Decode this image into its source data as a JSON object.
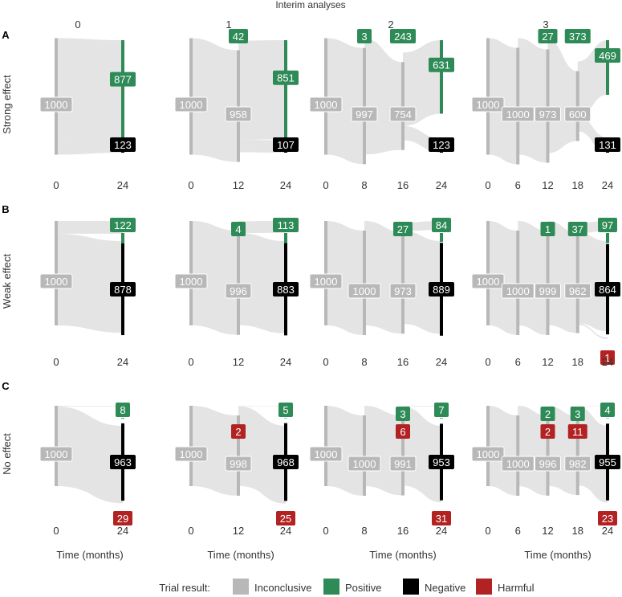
{
  "figure": {
    "top_title": "Interim analyses",
    "row_letters": [
      "A",
      "B",
      "C"
    ],
    "row_titles": [
      "Strong effect",
      "Weak effect",
      "No effect"
    ],
    "col_titles": [
      "0",
      "1",
      "2",
      "3"
    ],
    "xlabel": "Time (months)",
    "legend": {
      "title": "Trial result:",
      "items": [
        {
          "label": "Inconclusive",
          "color": "#b8b8b8"
        },
        {
          "label": "Positive",
          "color": "#2e8b57"
        },
        {
          "label": "Negative",
          "color": "#000000"
        },
        {
          "label": "Harmful",
          "color": "#b22222"
        }
      ]
    },
    "colors": {
      "inconclusive": "#b8b8b8",
      "positive": "#2e8b57",
      "negative": "#000000",
      "harmful": "#b22222",
      "flow": "#e4e4e4"
    }
  },
  "chart_data": {
    "type": "sankey",
    "total": 1000,
    "panels": [
      {
        "row": 0,
        "col": 0,
        "times": [
          0,
          24
        ],
        "inconclusive": [
          1000
        ],
        "positive": [
          null,
          877
        ],
        "negative": 123,
        "harmful": null
      },
      {
        "row": 0,
        "col": 1,
        "times": [
          0,
          12,
          24
        ],
        "inconclusive": [
          1000,
          958
        ],
        "positive": [
          null,
          42,
          851
        ],
        "negative": 107,
        "harmful": null
      },
      {
        "row": 0,
        "col": 2,
        "times": [
          0,
          8,
          16,
          24
        ],
        "inconclusive": [
          1000,
          997,
          754
        ],
        "positive": [
          null,
          3,
          243,
          631
        ],
        "negative": 123,
        "harmful": null
      },
      {
        "row": 0,
        "col": 3,
        "times": [
          0,
          6,
          12,
          18,
          24
        ],
        "inconclusive": [
          1000,
          1000,
          973,
          600
        ],
        "positive": [
          null,
          null,
          27,
          373,
          469
        ],
        "negative": 131,
        "harmful": null
      },
      {
        "row": 1,
        "col": 0,
        "times": [
          0,
          24
        ],
        "inconclusive": [
          1000
        ],
        "positive": [
          null,
          122
        ],
        "negative": 878,
        "harmful": null
      },
      {
        "row": 1,
        "col": 1,
        "times": [
          0,
          12,
          24
        ],
        "inconclusive": [
          1000,
          996
        ],
        "positive": [
          null,
          4,
          113
        ],
        "negative": 883,
        "harmful": null
      },
      {
        "row": 1,
        "col": 2,
        "times": [
          0,
          8,
          16,
          24
        ],
        "inconclusive": [
          1000,
          1000,
          973
        ],
        "positive": [
          null,
          null,
          27,
          84
        ],
        "negative": 889,
        "harmful": null
      },
      {
        "row": 1,
        "col": 3,
        "times": [
          0,
          6,
          12,
          18,
          24
        ],
        "inconclusive": [
          1000,
          1000,
          999,
          962
        ],
        "positive": [
          null,
          null,
          1,
          37,
          97
        ],
        "negative": 864,
        "harmful": 1
      },
      {
        "row": 2,
        "col": 0,
        "times": [
          0,
          24
        ],
        "inconclusive": [
          1000
        ],
        "positive": [
          null,
          8
        ],
        "negative": 963,
        "harmful": 29
      },
      {
        "row": 2,
        "col": 1,
        "times": [
          0,
          12,
          24
        ],
        "inconclusive": [
          1000,
          998
        ],
        "positive": [
          null,
          null,
          5
        ],
        "harmful_interim": [
          null,
          2
        ],
        "negative": 968,
        "harmful": 25
      },
      {
        "row": 2,
        "col": 2,
        "times": [
          0,
          8,
          16,
          24
        ],
        "inconclusive": [
          1000,
          1000,
          991
        ],
        "positive": [
          null,
          null,
          3,
          7
        ],
        "harmful_interim": [
          null,
          null,
          6
        ],
        "negative": 953,
        "harmful": 31
      },
      {
        "row": 2,
        "col": 3,
        "times": [
          0,
          6,
          12,
          18,
          24
        ],
        "inconclusive": [
          1000,
          1000,
          996,
          982
        ],
        "positive": [
          null,
          null,
          2,
          3,
          4
        ],
        "harmful_interim": [
          null,
          null,
          2,
          11
        ],
        "negative": 955,
        "harmful": 23
      }
    ]
  }
}
